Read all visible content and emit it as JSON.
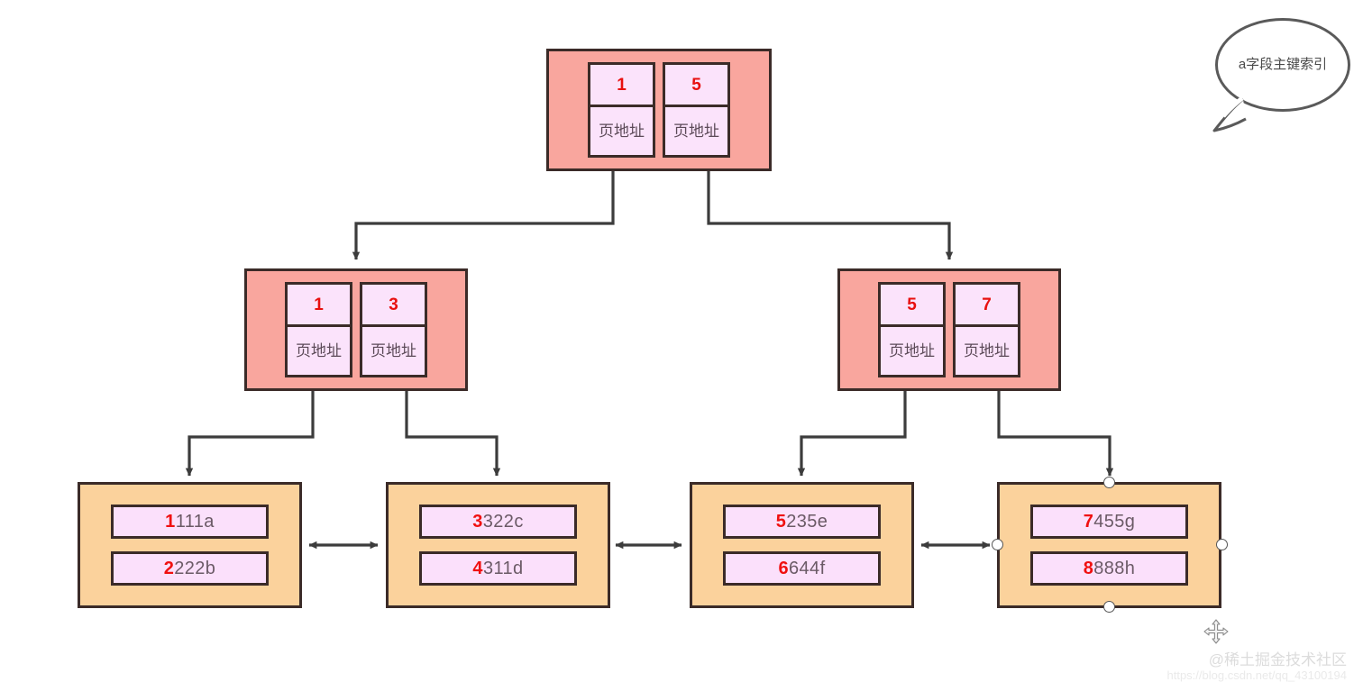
{
  "diagram": {
    "title": "a字段主键索引",
    "callout": {
      "text": "a字段主键索引"
    },
    "pointer_label": "页地址",
    "root": {
      "name": "root-node",
      "entries": [
        {
          "key": "1",
          "pointer": "页地址"
        },
        {
          "key": "5",
          "pointer": "页地址"
        }
      ]
    },
    "internal_nodes": [
      {
        "name": "internal-node-left",
        "entries": [
          {
            "key": "1",
            "pointer": "页地址"
          },
          {
            "key": "3",
            "pointer": "页地址"
          }
        ]
      },
      {
        "name": "internal-node-right",
        "entries": [
          {
            "key": "5",
            "pointer": "页地址"
          },
          {
            "key": "7",
            "pointer": "页地址"
          }
        ]
      }
    ],
    "leaf_nodes": [
      {
        "name": "leaf-node-1",
        "records": [
          {
            "key": "1",
            "rest": "111a"
          },
          {
            "key": "2",
            "rest": "222b"
          }
        ],
        "selected": false
      },
      {
        "name": "leaf-node-2",
        "records": [
          {
            "key": "3",
            "rest": "322c"
          },
          {
            "key": "4",
            "rest": "311d"
          }
        ],
        "selected": false
      },
      {
        "name": "leaf-node-3",
        "records": [
          {
            "key": "5",
            "rest": "235e"
          },
          {
            "key": "6",
            "rest": "644f"
          }
        ],
        "selected": false
      },
      {
        "name": "leaf-node-4",
        "records": [
          {
            "key": "7",
            "rest": "455g"
          },
          {
            "key": "8",
            "rest": "888h"
          }
        ],
        "selected": true
      }
    ],
    "colors": {
      "internal_fill": "#f9a69e",
      "leaf_fill": "#fbd29c",
      "cell_fill": "#fbe3fb",
      "border": "#3b2b28",
      "key_red": "#e8100f",
      "connector": "#3c3c3c"
    }
  },
  "watermark": {
    "handle": "@稀土掘金技术社区",
    "url": "https://blog.csdn.net/qq_43100194"
  },
  "cursor": {
    "type": "move-cursor"
  }
}
